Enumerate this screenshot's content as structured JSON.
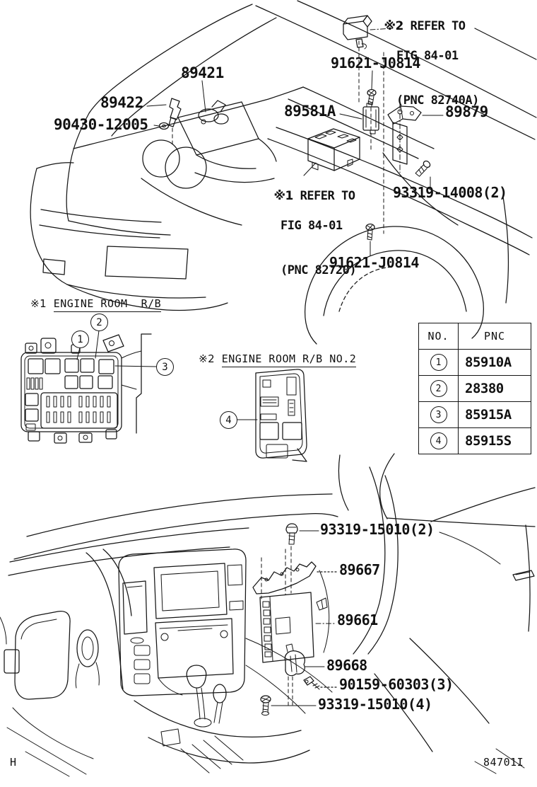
{
  "figure": {
    "page_letter": "H",
    "figure_code": "84701I"
  },
  "engine_bay": {
    "note_top": {
      "marker": "※2",
      "line1": "REFER TO",
      "line2": "FIG 84-01",
      "line3": "(PNC 82740A)"
    },
    "note_mid": {
      "marker": "※1",
      "line1": "REFER TO",
      "line2": "FIG 84-01",
      "line3": "(PNC 82720)"
    },
    "labels": {
      "bolt_top": "91621-J0814",
      "water_outlet": "89421",
      "sensor": "89422",
      "gasket": "90430-12005",
      "ecu": "89581A",
      "bracket": "89879",
      "bolt_right": "93319-14008(2)",
      "bolt_lower": "91621-J0814"
    }
  },
  "relay_blocks": {
    "rb1": {
      "marker": "※1",
      "title": "ENGINE ROOM  R/B"
    },
    "rb2": {
      "marker": "※2",
      "title": "ENGINE ROOM R/B NO.2"
    },
    "callouts": [
      "1",
      "2",
      "3",
      "4"
    ]
  },
  "pnc_table": {
    "col_no": "NO.",
    "col_pnc": "PNC",
    "rows": [
      {
        "no": "1",
        "pnc": "85910A"
      },
      {
        "no": "2",
        "pnc": "28380"
      },
      {
        "no": "3",
        "pnc": "85915A"
      },
      {
        "no": "4",
        "pnc": "85915S"
      }
    ]
  },
  "interior": {
    "labels": {
      "screw_upper": "93319-15010(2)",
      "bracket": "89667",
      "ecu": "89661",
      "clamp": "89668",
      "screw_clamp": "90159-60303(3)",
      "bolt_lower": "93319-15010(4)"
    }
  }
}
